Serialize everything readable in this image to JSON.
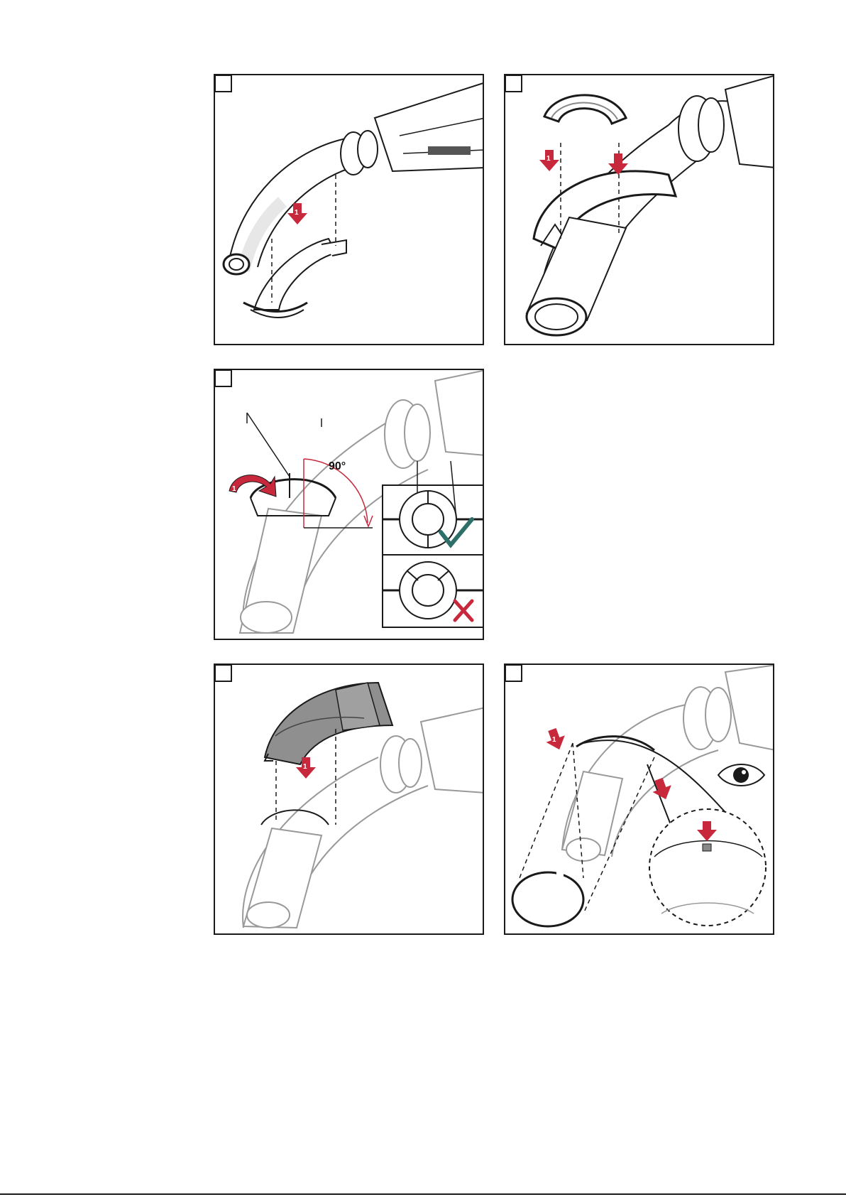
{
  "panels": [
    {
      "id": "panel-1",
      "step": "",
      "arrow_label": "1"
    },
    {
      "id": "panel-2",
      "step": "",
      "arrow_label": "1"
    },
    {
      "id": "panel-3",
      "step": "",
      "arrow_label": "1",
      "angle_label": "90°"
    },
    {
      "id": "panel-4",
      "step": "",
      "arrow_label": "1"
    },
    {
      "id": "panel-5",
      "step": "",
      "arrow_label": "1"
    }
  ],
  "icons": [
    "red-arrow-icon",
    "check-mark-icon",
    "cross-mark-icon",
    "eye-icon",
    "rotate-arrow-icon"
  ],
  "colors": {
    "accent_red": "#c8283c",
    "check_green": "#2f6f6a",
    "line": "#1a1a1a",
    "shade": "#9a9a9a"
  }
}
